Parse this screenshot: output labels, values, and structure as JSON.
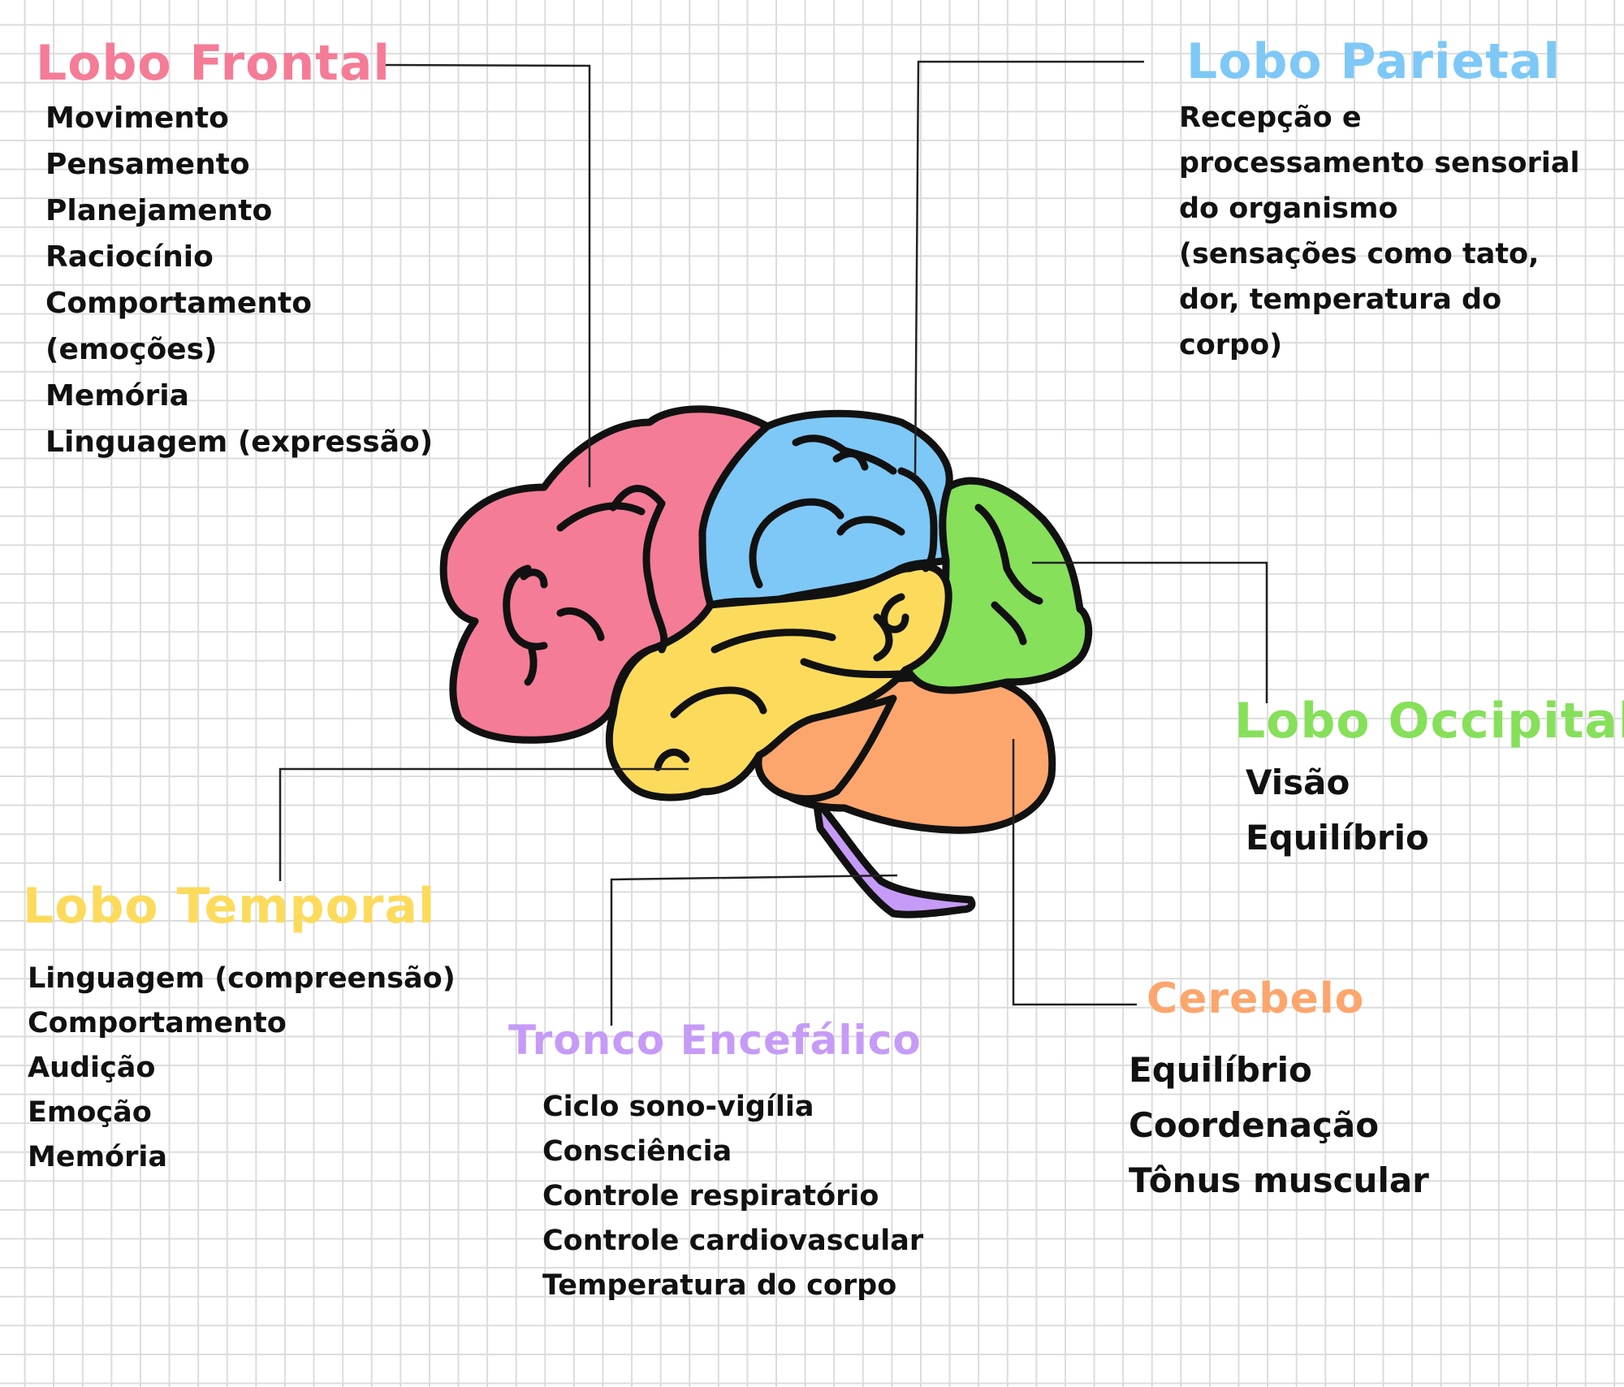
{
  "colors": {
    "frontal": "#f57c96",
    "parietal": "#7ec8f7",
    "temporal": "#fcdb5c",
    "occipital": "#86e05a",
    "cerebelo": "#fca66d",
    "tronco": "#c69bf7"
  },
  "lobes": {
    "frontal": {
      "title": "Lobo Frontal",
      "items": [
        "Movimento",
        "Pensamento",
        "Planejamento",
        "Raciocínio",
        "Comportamento",
        "(emoções)",
        "Memória",
        "Linguagem (expressão)"
      ]
    },
    "parietal": {
      "title": "Lobo Parietal",
      "items": [
        "Recepção e",
        "processamento sensorial",
        "do organismo",
        "(sensações como tato,",
        "dor, temperatura do",
        "corpo)"
      ]
    },
    "occipital": {
      "title": "Lobo Occipital",
      "items": [
        "Visão",
        "Equilíbrio"
      ]
    },
    "temporal": {
      "title": "Lobo Temporal",
      "items": [
        "Linguagem (compreensão)",
        "Comportamento",
        "Audição",
        "Emoção",
        "Memória"
      ]
    },
    "tronco": {
      "title": "Tronco Encefálico",
      "items": [
        "Ciclo sono-vigília",
        "Consciência",
        "Controle respiratório",
        "Controle cardiovascular",
        "Temperatura do corpo"
      ]
    },
    "cerebelo": {
      "title": "Cerebelo",
      "items": [
        "Equilíbrio",
        "Coordenação",
        "Tônus muscular"
      ]
    }
  }
}
